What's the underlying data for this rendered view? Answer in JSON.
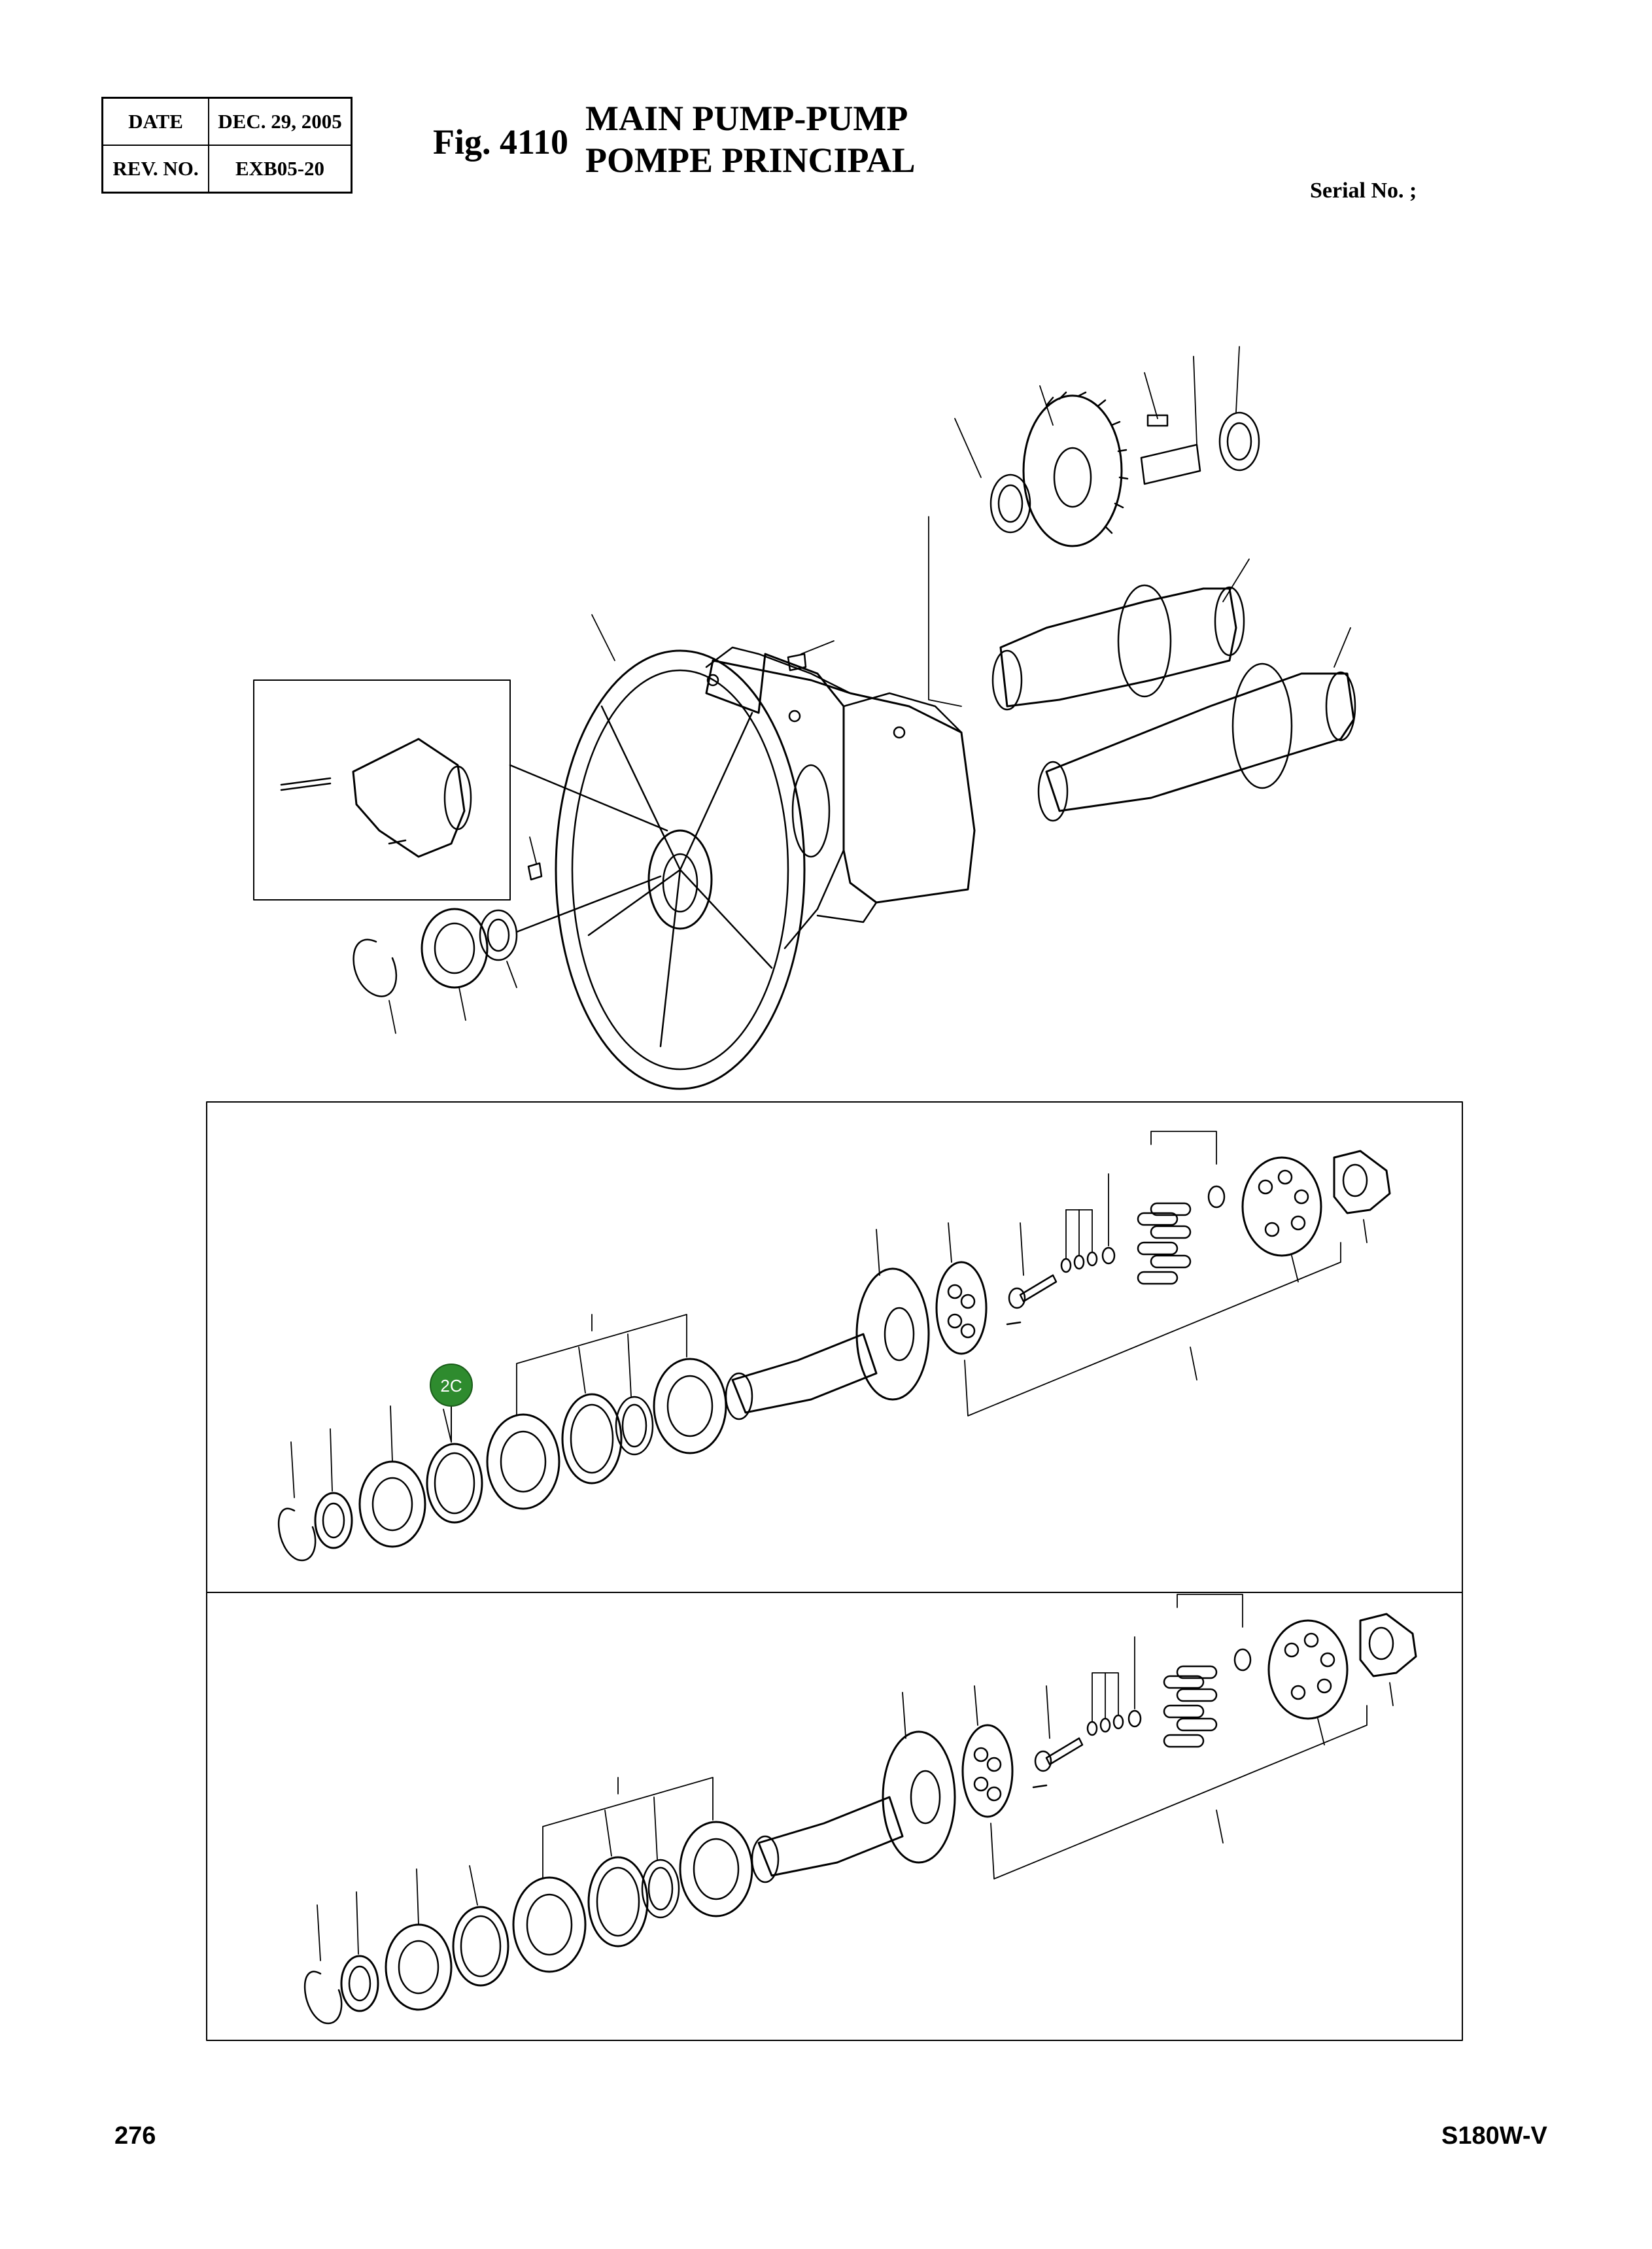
{
  "header": {
    "date_label": "DATE",
    "date_value": "DEC. 29, 2005",
    "rev_label": "REV. NO.",
    "rev_value": "EXB05-20",
    "fig_number": "Fig. 4110",
    "title_en": "MAIN PUMP-PUMP",
    "title_fr": "POMPE PRINCIPAL",
    "serial": "Serial No. ;"
  },
  "callout": {
    "label": "2C",
    "color": "#2e8b2e"
  },
  "footer": {
    "page_number": "276",
    "model": "S180W-V"
  },
  "colors": {
    "line": "#000000",
    "highlight": "#2e8b2e"
  }
}
